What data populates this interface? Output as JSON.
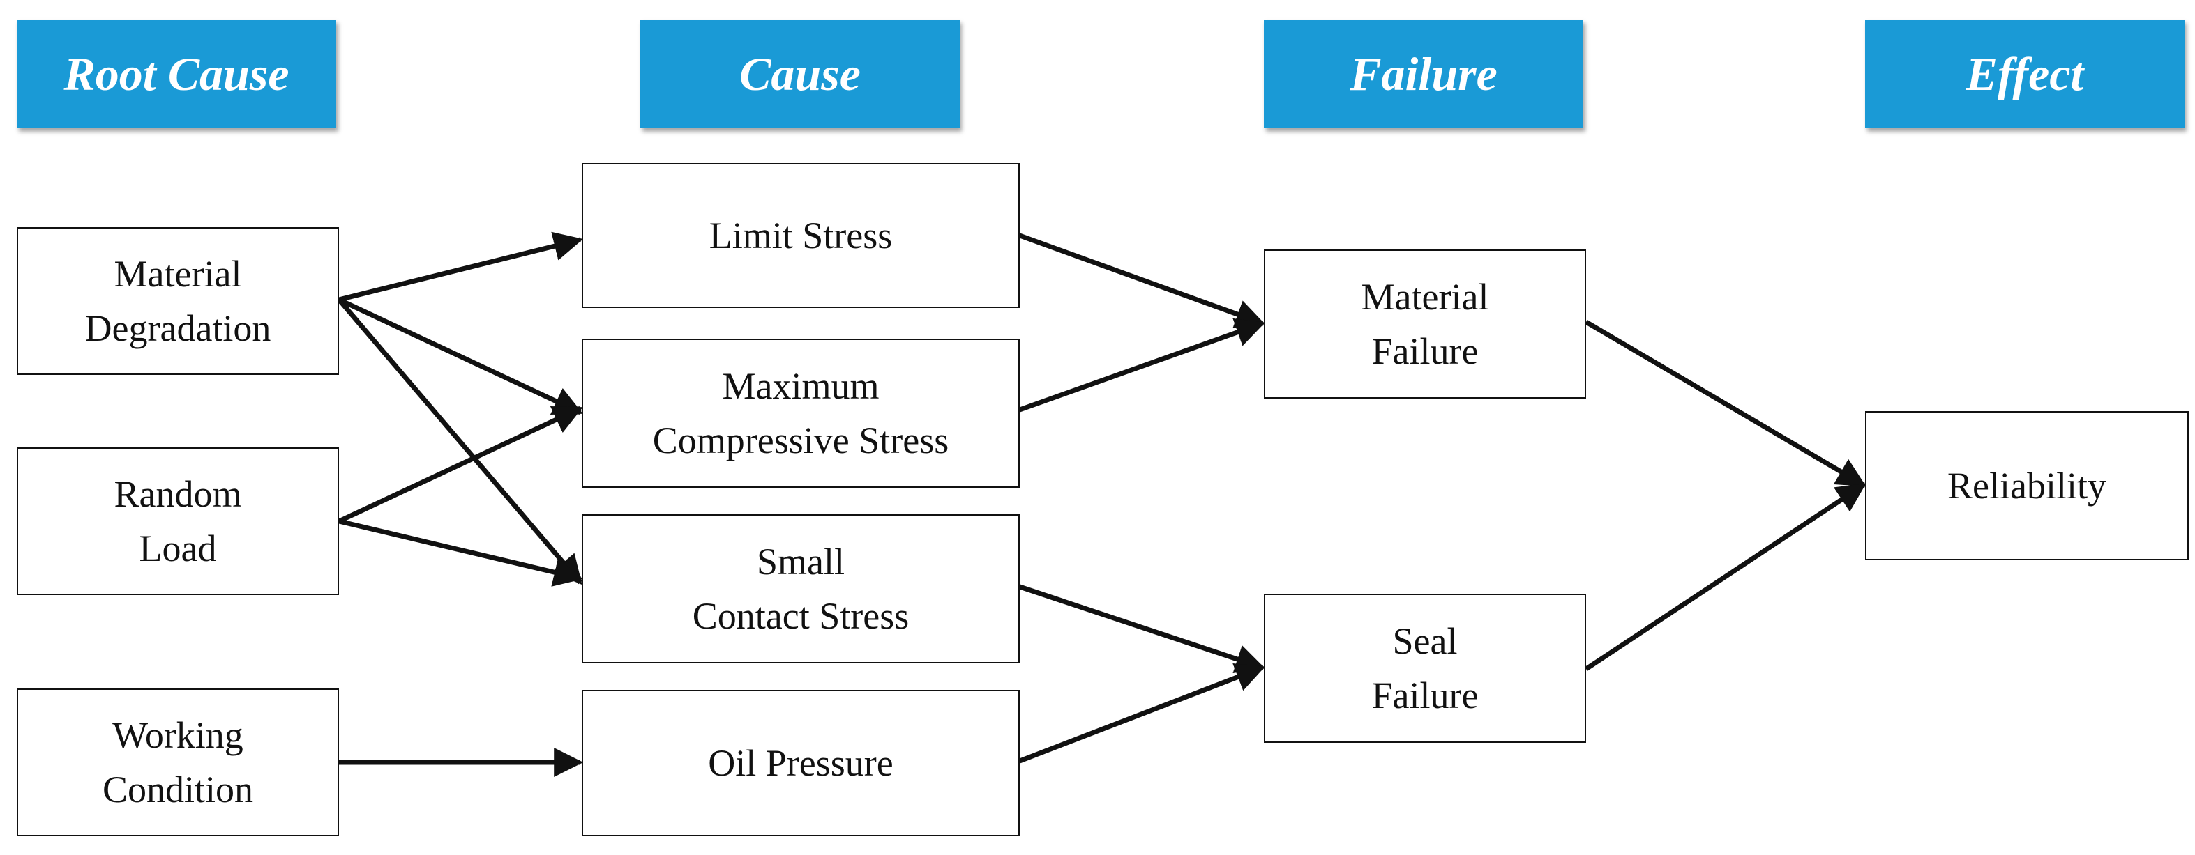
{
  "headers": {
    "root_cause": "Root Cause",
    "cause": "Cause",
    "failure": "Failure",
    "effect": "Effect"
  },
  "nodes": {
    "material_degradation": [
      "Material",
      "Degradation"
    ],
    "random_load": [
      "Random",
      "Load"
    ],
    "working_condition": [
      "Working",
      "Condition"
    ],
    "limit_stress": [
      "Limit Stress"
    ],
    "max_compressive_stress": [
      "Maximum",
      "Compressive Stress"
    ],
    "small_contact_stress": [
      "Small",
      "Contact Stress"
    ],
    "oil_pressure": [
      "Oil Pressure"
    ],
    "material_failure": [
      "Material",
      "Failure"
    ],
    "seal_failure": [
      "Seal",
      "Failure"
    ],
    "reliability": [
      "Reliability"
    ]
  },
  "colors": {
    "header_fill": "#1a9ad6",
    "header_text": "#ffffff",
    "line": "#111111"
  },
  "edges": [
    {
      "from": "material_degradation",
      "to": "limit_stress"
    },
    {
      "from": "material_degradation",
      "to": "max_compressive_stress"
    },
    {
      "from": "material_degradation",
      "to": "small_contact_stress"
    },
    {
      "from": "random_load",
      "to": "max_compressive_stress"
    },
    {
      "from": "random_load",
      "to": "small_contact_stress"
    },
    {
      "from": "working_condition",
      "to": "oil_pressure"
    },
    {
      "from": "limit_stress",
      "to": "material_failure"
    },
    {
      "from": "max_compressive_stress",
      "to": "material_failure"
    },
    {
      "from": "small_contact_stress",
      "to": "seal_failure"
    },
    {
      "from": "oil_pressure",
      "to": "seal_failure"
    },
    {
      "from": "material_failure",
      "to": "reliability"
    },
    {
      "from": "seal_failure",
      "to": "reliability"
    }
  ]
}
